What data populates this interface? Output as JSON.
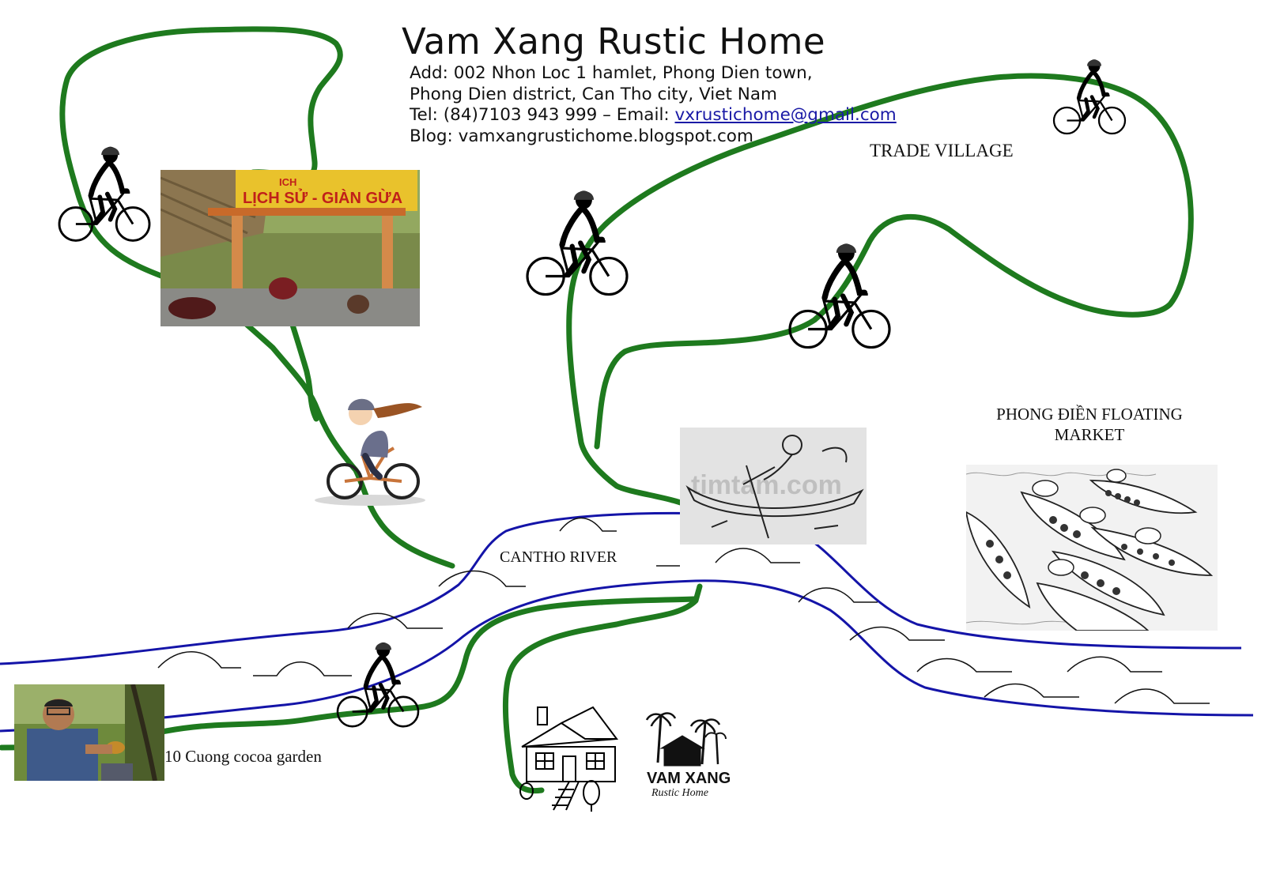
{
  "header": {
    "title": "Vam Xang Rustic Home",
    "address_line1": "Add: 002 Nhon Loc 1 hamlet, Phong Dien town,",
    "address_line2": "Phong Dien district, Can Tho city, Viet Nam",
    "tel_prefix": "Tel: (84)7103 943 999 – Email: ",
    "email": "vxrustichome@gmail.com",
    "blog": "Blog: vamxangrustichome.blogspot.com"
  },
  "places": {
    "trade_village": "TRADE VILLAGE",
    "floating_market_line1": "PHONG ĐIỀN FLOATING",
    "floating_market_line2": "MARKET",
    "river": "CANTHO RIVER",
    "cocoa_garden": "10 Cuong cocoa garden"
  },
  "photos": {
    "gate_sign": "LỊCH SỬ - GIÀN GỪA",
    "gate_sign_small": "ICH",
    "boat_watermark": "timtam.com"
  },
  "logo": {
    "line1": "VAM XANG",
    "line2": "Rustic Home"
  },
  "colors": {
    "route": "#1e7a1e",
    "river": "#1414a8",
    "link": "#1a1aa6",
    "ink": "#111111"
  },
  "icons": [
    "cyclist-icon",
    "house-icon",
    "boat-icon",
    "palm-tree-icon"
  ]
}
